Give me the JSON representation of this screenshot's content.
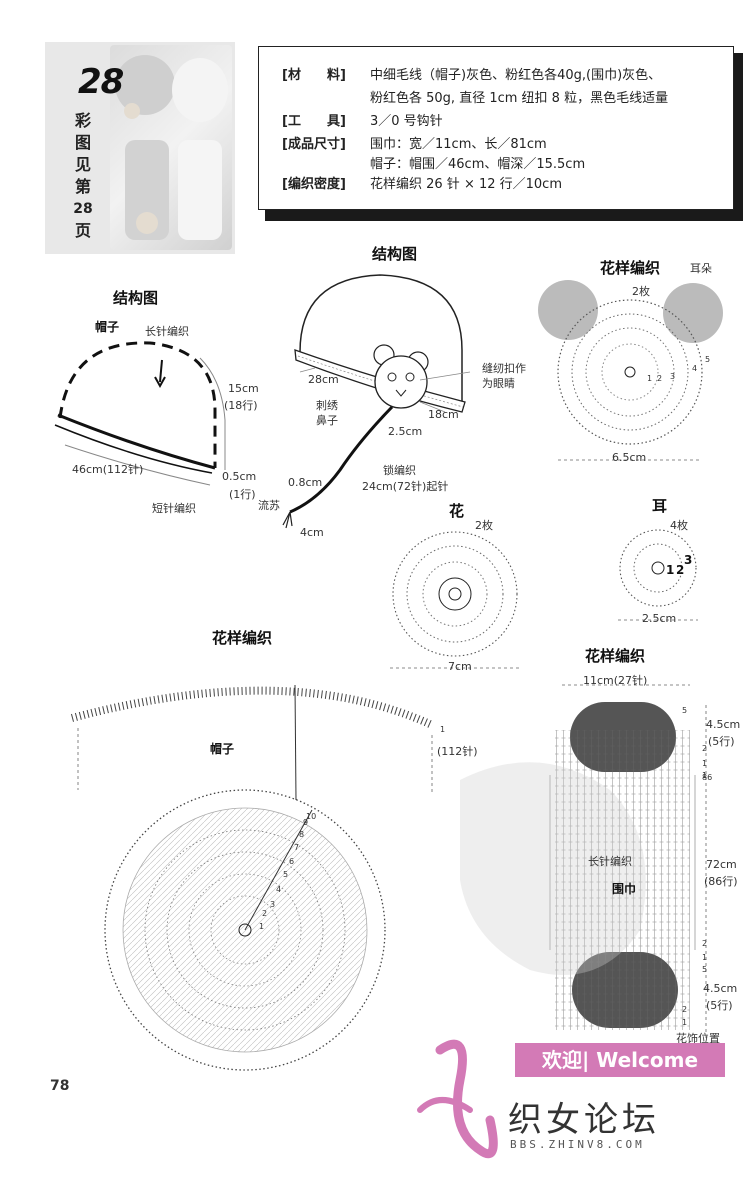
{
  "header": {
    "pattern_number": "28",
    "photo_ref": [
      "彩",
      "图",
      "见",
      "第",
      "28",
      "页"
    ]
  },
  "materials": [
    {
      "label": "[材　　料]",
      "value": "中细毛线（帽子)灰色、粉红色各40g,(围巾)灰色、"
    },
    {
      "label": "",
      "value": "粉红色各 50g, 直径 1cm 纽扣 8 粒，黑色毛线适量"
    },
    {
      "label": "[工　　具]",
      "value": "3／0 号钩针"
    },
    {
      "label": "[成品尺寸]",
      "value": "围巾：宽／11cm、长／81cm"
    },
    {
      "label": "",
      "value": "帽子：帽围／46cm、帽深／15.5cm"
    },
    {
      "label": "[编织密度]",
      "value": "花样编织  26 针 × 12 行／10cm"
    }
  ],
  "hat_schematic": {
    "title": "结构图",
    "hat_label": "帽子",
    "long_stitch": "长针编织",
    "height": "15cm",
    "height_rows": "(18行)",
    "circumference": "46cm(112针)",
    "band": "0.5cm",
    "band_rows": "(1行)",
    "short_stitch": "短针编织"
  },
  "assembly": {
    "title": "结构图",
    "width_28": "28cm",
    "embroider": "刺绣",
    "nose": "鼻子",
    "eyes_note_1": "缝纫扣作",
    "eyes_note_2": "为眼睛",
    "width_18": "18cm",
    "size_25": "2.5cm",
    "chain": "锁编织",
    "chain_count": "24cm(72针)起针",
    "size_08": "0.8cm",
    "tassel": "流苏",
    "size_4": "4cm"
  },
  "pattern_ear": {
    "title": "花样编织",
    "sub": "耳朵",
    "count": "2枚",
    "width": "6.5cm",
    "rows": [
      "1",
      "2",
      "3",
      "4",
      "5"
    ]
  },
  "flower": {
    "title": "花",
    "count": "2枚",
    "width": "7cm"
  },
  "ear": {
    "title": "耳",
    "count": "4枚",
    "width": "2.5cm",
    "rows": [
      "1",
      "2",
      "3"
    ]
  },
  "hat_pattern": {
    "title": "花样编织",
    "label": "帽子",
    "st_count": "(112针)",
    "row1": "1",
    "rows": [
      "1",
      "2",
      "3",
      "4",
      "5",
      "6",
      "7",
      "8",
      "9",
      "10"
    ]
  },
  "scarf_pattern": {
    "title": "花样编织",
    "width": "11cm(27针)",
    "top_len": "4.5cm",
    "top_rows": "(5行)",
    "mid_len": "72cm",
    "mid_rows": "(86行)",
    "bot_len": "4.5cm",
    "bot_rows": "(5行)",
    "long_stitch": "长针编织",
    "label": "围巾",
    "flower_pos": "花饰位置",
    "row_marks_top": [
      "5",
      "2",
      "1",
      "1",
      "86"
    ],
    "row_marks_bot": [
      "2",
      "1",
      "5",
      "2",
      "1"
    ]
  },
  "footer": {
    "page": "78",
    "welcome": "欢迎| Welcome",
    "site": "织女论坛",
    "url": "BBS.ZHINV8.COM"
  },
  "colors": {
    "accent_pink": "#d37ab6",
    "ink": "#222222",
    "badge_grey": "#e8e8e8"
  }
}
